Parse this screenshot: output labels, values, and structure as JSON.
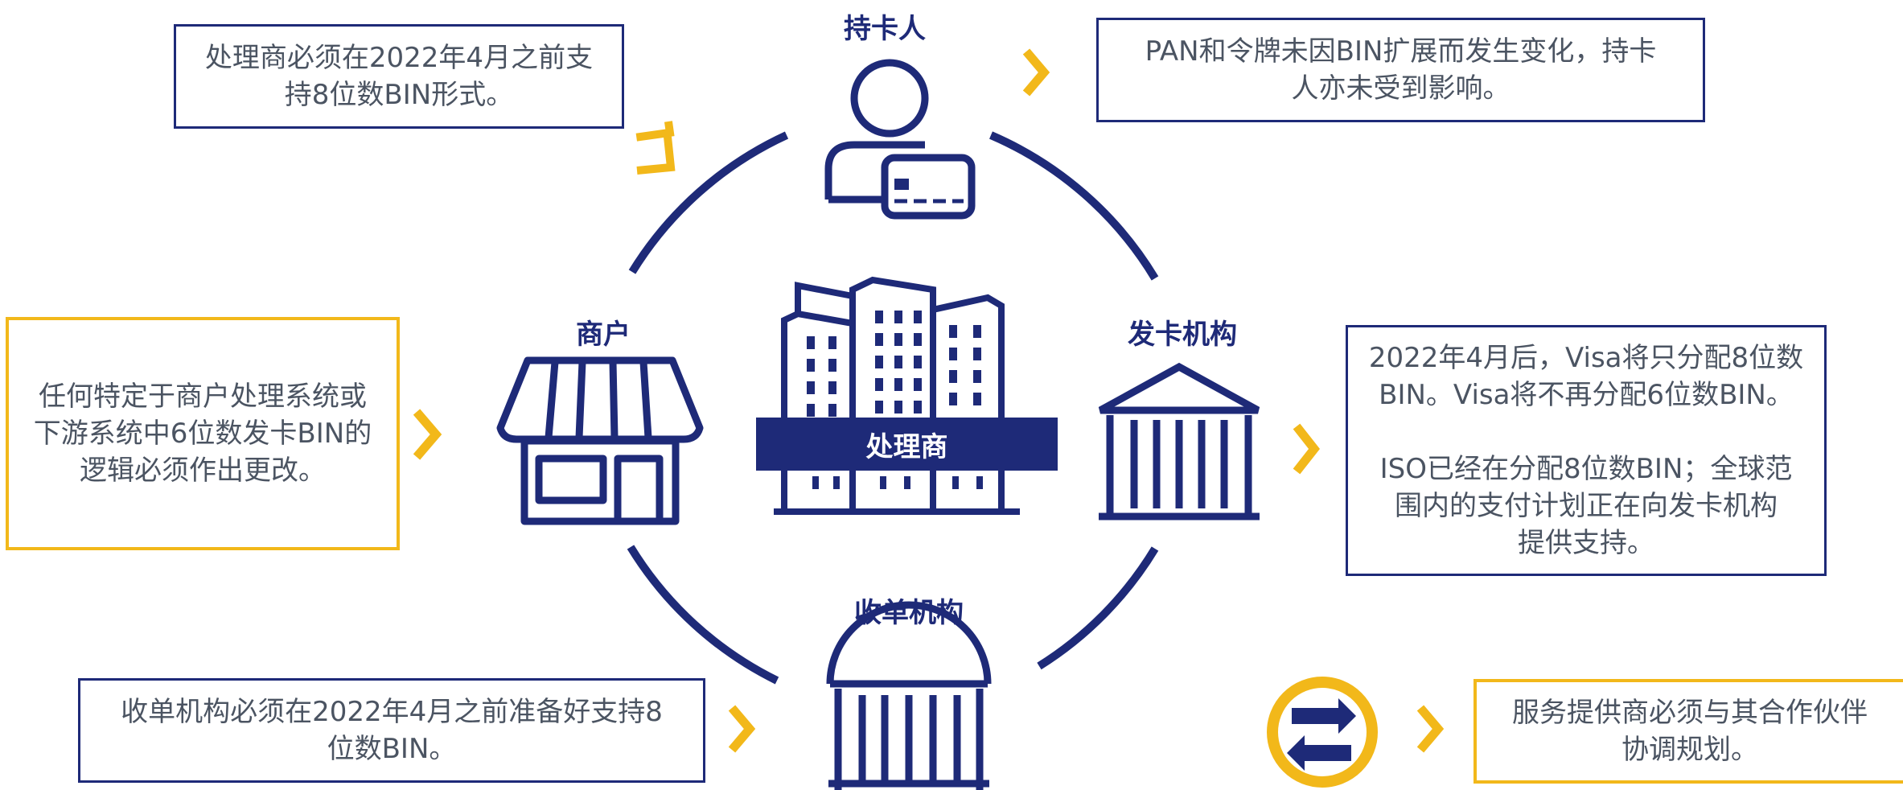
{
  "colors": {
    "navy": "#1e2a78",
    "gold": "#f2b81a",
    "text": "#4b5462"
  },
  "actors": {
    "cardholder": "持卡人",
    "merchant": "商户",
    "issuer": "发卡机构",
    "acquirer": "收单机构",
    "processor": "处理商"
  },
  "notes": {
    "processor_deadline": "处理商必须在2022年4月之前支\n持8位数BIN形式。",
    "pan_tokens": "PAN和令牌未因BIN扩展而发生变化，持卡\n人亦未受到影响。",
    "merchant_logic": "任何特定于商户处理系统或\n下游系统中6位数发卡BIN的\n逻辑必须作出更改。",
    "issuer_allocation": "2022年4月后，Visa将只分配8位数\nBIN。Visa将不再分配6位数BIN。\n\nISO已经在分配8位数BIN；全球范\n围内的支付计划正在向发卡机构\n提供支持。",
    "acquirer_deadline": "收单机构必须在2022年4月之前准备好支持8\n位数BIN。",
    "providers": "服务提供商必须与其合作伙伴\n协调规划。"
  },
  "icons": {
    "cardholder": "person-with-card-icon",
    "merchant": "storefront-icon",
    "processor": "office-buildings-icon",
    "issuer": "bank-building-icon",
    "acquirer": "domed-building-icon",
    "coordinate": "exchange-arrows-icon",
    "chevron": "chevron-right-icon"
  }
}
